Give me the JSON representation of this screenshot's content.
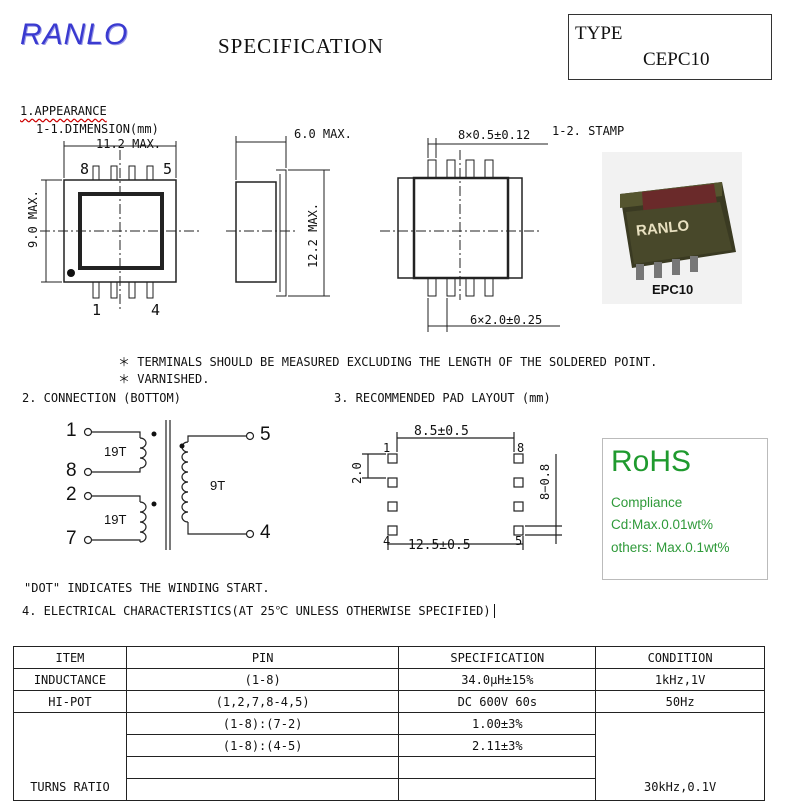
{
  "logo": "RANLO",
  "title": "SPECIFICATION",
  "type_box": {
    "label": "TYPE",
    "model": "CEPC10"
  },
  "section1": {
    "heading": "1.APPEARANCE",
    "sub_dimension": "1-1.DIMENSION(mm)",
    "sub_stamp": "1-2. STAMP",
    "dim_width": "11.2 MAX.",
    "dim_height": "9.0 MAX.",
    "dim_depth": "6.0 MAX.",
    "dim_length": "12.2 MAX.",
    "dim_pin_pitch_top": "8×0.5±0.12",
    "dim_pin_pitch_bottom": "6×2.0±0.25",
    "pin_labels_top": [
      "8",
      "5"
    ],
    "pin_labels_bottom": [
      "1",
      "4"
    ],
    "stamp_marking": "RANLO",
    "stamp_caption": "EPC10"
  },
  "notes": [
    "＊ TERMINALS SHOULD BE MEASURED EXCLUDING THE LENGTH OF THE SOLDERED POINT.",
    "＊ VARNISHED."
  ],
  "section2": {
    "heading": "2. CONNECTION (BOTTOM)",
    "pins_left": [
      "1",
      "8",
      "2",
      "7"
    ],
    "pins_right": [
      "5",
      "4"
    ],
    "turns_primary_1": "19T",
    "turns_primary_2": "19T",
    "turns_secondary": "9T"
  },
  "section3": {
    "heading": "3. RECOMMENDED PAD LAYOUT (mm)",
    "dim_top": "8.5±0.5",
    "dim_bottom": "12.5±0.5",
    "dim_left": "2.0",
    "dim_right": "8−0.8",
    "pin_labels": [
      "1",
      "8",
      "4",
      "5"
    ]
  },
  "rohs": {
    "title": "RoHS",
    "line1": "Compliance",
    "line2": "Cd:Max.0.01wt%",
    "line3": "others: Max.0.1wt%"
  },
  "dot_note": "\"DOT\" INDICATES THE WINDING START.",
  "section4": {
    "heading": "4. ELECTRICAL CHARACTERISTICS(AT 25℃ UNLESS OTHERWISE SPECIFIED)",
    "columns": [
      "ITEM",
      "PIN",
      "SPECIFICATION",
      "CONDITION"
    ],
    "inductance": {
      "item": "INDUCTANCE",
      "pin": "(1-8)",
      "spec": "34.0μH±15%",
      "cond": "1kHz,1V"
    },
    "hipot": {
      "item": "HI-POT",
      "pin": "(1,2,7,8-4,5)",
      "spec": "DC 600V  60s",
      "cond": "50Hz"
    },
    "turns": {
      "item": "TURNS RATIO",
      "cond": "30kHz,0.1V",
      "rows": [
        {
          "pin": "(1-8):(7-2)",
          "spec": "1.00±3%"
        },
        {
          "pin": "(1-8):(4-5)",
          "spec": "2.11±3%"
        },
        {
          "pin": "",
          "spec": ""
        }
      ]
    }
  }
}
